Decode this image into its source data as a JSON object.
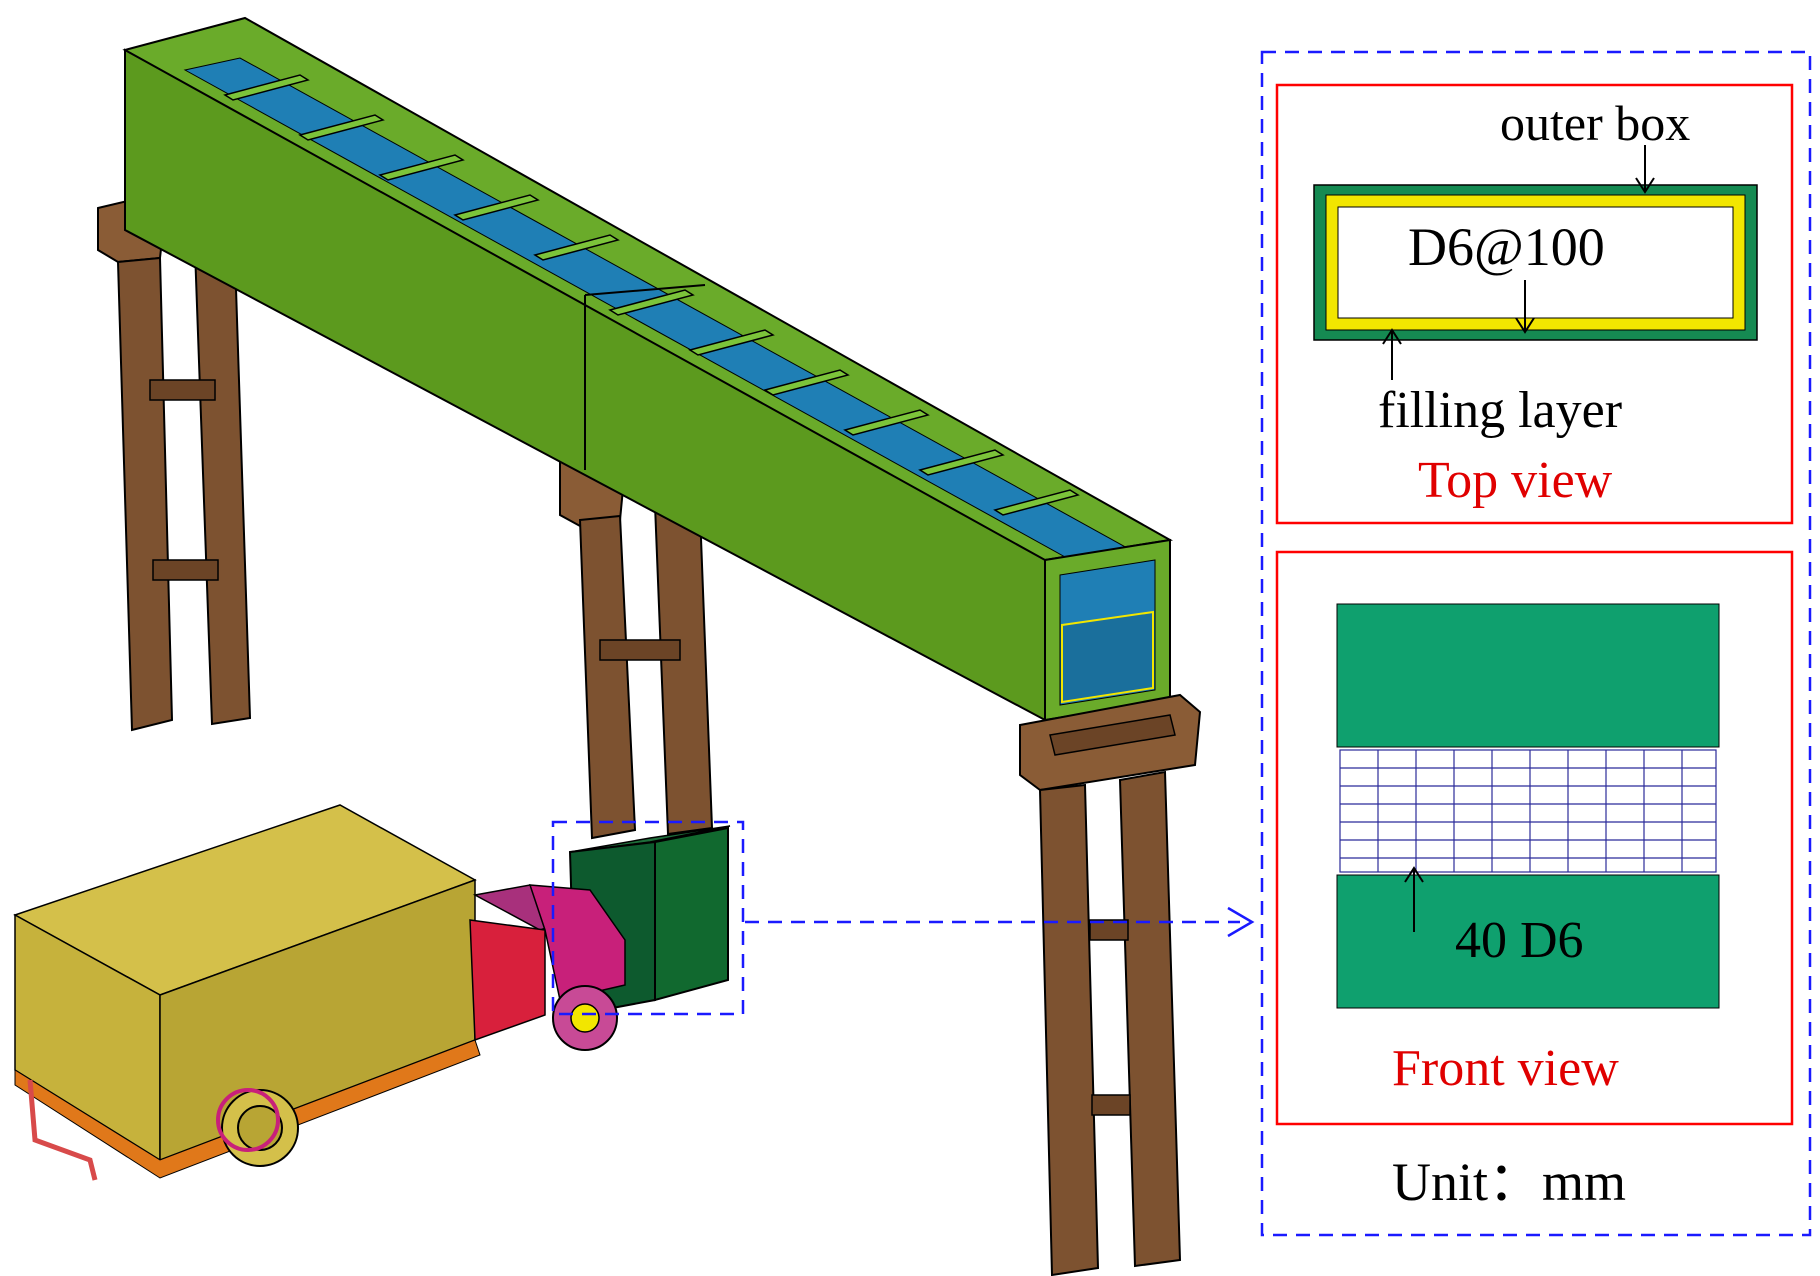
{
  "top_view": {
    "outer_box_label": "outer box",
    "rebar_label": "D6@100",
    "filling_layer_label": "filling layer",
    "caption": "Top view"
  },
  "front_view": {
    "rebar_label": "40 D6",
    "caption": "Front view"
  },
  "unit_label": "Unit：mm",
  "colors": {
    "beam_green": "#5c9a1e",
    "water_blue": "#1f7fb5",
    "pier_brown": "#7d5230",
    "protector_green": "#0fa06e",
    "truck_cargo": "#c6b23c",
    "truck_cab": "#c8207a",
    "callout_blue": "#1a1aff",
    "panel_red": "#ff0000",
    "filling_yellow": "#f2e600"
  }
}
